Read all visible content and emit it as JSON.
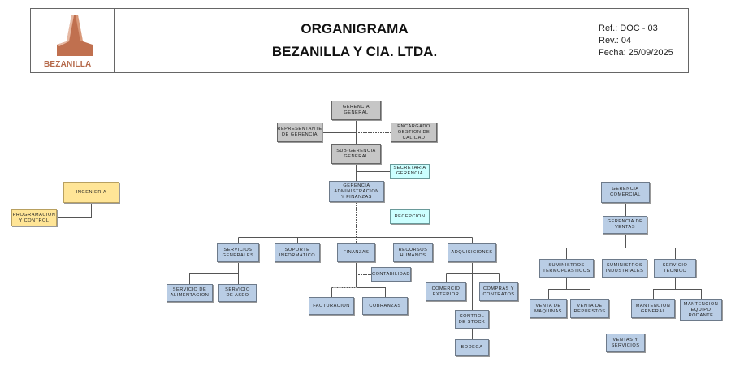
{
  "header": {
    "logo_text": "BEZANILLA",
    "title": "ORGANIGRAMA",
    "subtitle": "BEZANILLA Y CIA. LTDA.",
    "ref": "Ref.: DOC - 03",
    "rev": "Rev.: 04",
    "date": "Fecha: 25/09/2025"
  },
  "colors": {
    "staff_gray": "#c6c6c6",
    "dept_blue": "#b9cde5",
    "engineering_yellow": "#ffe597",
    "support_cyan": "#ccffff",
    "logo_brown": "#c0704f"
  },
  "nodes": {
    "gerencia_general": {
      "label": "GERENCIA\nGENERAL"
    },
    "representante": {
      "label": "REPRESENTANTE\nDE GERENCIA"
    },
    "encargado_calidad": {
      "label": "ENCARGADO\nGESTION DE\nCALIDAD"
    },
    "sub_gerencia": {
      "label": "SUB-GERENCIA\nGENERAL"
    },
    "secretaria": {
      "label": "SECRETARIA\nGERENCIA"
    },
    "gerencia_admin": {
      "label": "GERENCIA\nADMINISTRACION\nY FINANZAS"
    },
    "ingenieria": {
      "label": "INGENIERIA"
    },
    "programacion": {
      "label": "PROGRAMACION\nY CONTROL"
    },
    "recepcion": {
      "label": "RECEPCION"
    },
    "gerencia_comercial": {
      "label": "GERENCIA\nCOMERCIAL"
    },
    "gerencia_ventas": {
      "label": "GERENCIA DE\nVENTAS"
    },
    "servicios_generales": {
      "label": "SERVICIOS\nGENERALES"
    },
    "soporte": {
      "label": "SOPORTE\nINFORMATICO"
    },
    "finanzas": {
      "label": "FINANZAS"
    },
    "rrhh": {
      "label": "RECURSOS\nHUMANOS"
    },
    "adquisiciones": {
      "label": "ADQUISICIONES"
    },
    "contabilidad": {
      "label": "CONTABILIDAD"
    },
    "alimentacion": {
      "label": "SERVICIO DE\nALIMENTACION"
    },
    "aseo": {
      "label": "SERVICIO\nDE ASEO"
    },
    "facturacion": {
      "label": "FACTURACION"
    },
    "cobranzas": {
      "label": "COBRANZAS"
    },
    "comercio_exterior": {
      "label": "COMERCIO\nEXTERIOR"
    },
    "compras": {
      "label": "COMPRAS Y\nCONTRATOS"
    },
    "control_stock": {
      "label": "CONTROL\nDE STOCK"
    },
    "bodega": {
      "label": "BODEGA"
    },
    "sum_termo": {
      "label": "SUMINISTROS\nTERMOPLASTICOS"
    },
    "sum_ind": {
      "label": "SUMINISTROS\nINDUSTRIALES"
    },
    "serv_tecnico": {
      "label": "SERVICIO\nTECNICO"
    },
    "venta_maquinas": {
      "label": "VENTA DE\nMAQUINAS"
    },
    "venta_repuestos": {
      "label": "VENTA DE\nREPUESTOS"
    },
    "mant_general": {
      "label": "MANTENCION\nGENERAL"
    },
    "mant_equipo": {
      "label": "MANTENCION\nEQUIPO\nRODANTE"
    },
    "ventas_servicios": {
      "label": "VENTAS Y\nSERVICIOS"
    }
  }
}
